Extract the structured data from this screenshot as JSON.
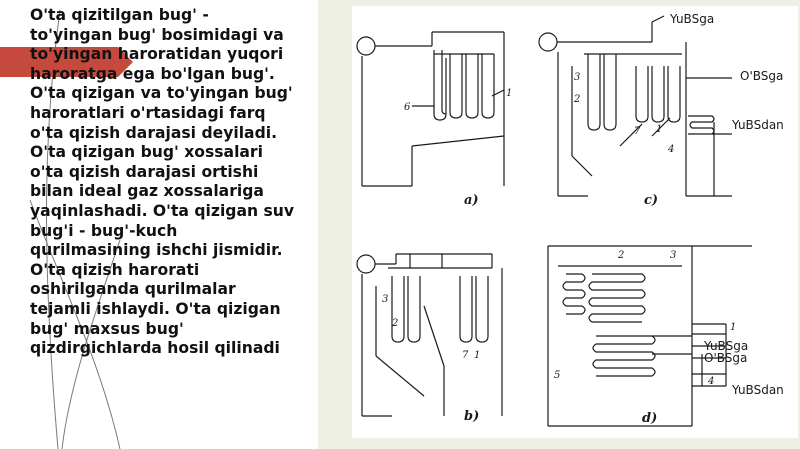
{
  "body_text": "O'ta qizitilgan bug' -\nto'yingan bug' bosimidagi va\nto'yingan haroratidan yuqori\nharoratga ega bo'lgan bug'.\nO'ta qizigan va to'yingan bug'\nharoratlari o'rtasidagi farq\no'ta qizish darajasi deyiladi.\nO'ta qizigan bug' xossalari\no'ta qizish darajasi ortishi\nbilan ideal gaz xossalariga\nyaqinlashadi. O'ta qizigan suv\nbug'i - bug'-kuch\nqurilmasining ishchi jismidir.\nO'ta qizish harorati\noshirilganda qurilmalar\ntejamli ishlaydi. O'ta qizigan\nbug' maxsus bug'\nqizdirgichlarda hosil qilinadi",
  "diagram": {
    "subfigures": {
      "a": "a)",
      "b": "b)",
      "c": "c)",
      "d": "d)"
    },
    "labels": {
      "c_top": "YuBSga",
      "c_right": "O'BSga",
      "c_bottom": "YuBSdan",
      "d_top": "YuBSga",
      "d_mid": "O'BSga",
      "d_bottom": "YuBSdan"
    },
    "numbers": {
      "a1": "1",
      "a6": "6",
      "b2": "2",
      "b3": "3",
      "b7": "7",
      "b1": "1",
      "c2": "2",
      "c3": "3",
      "c4": "4",
      "c7": "7",
      "c1": "1",
      "d1": "1",
      "d2": "2",
      "d3": "3",
      "d4": "4",
      "d5": "5"
    }
  },
  "colors": {
    "accent_red": "#c0392b",
    "panel_bg": "#eef0e4",
    "ink": "#1a1a1a"
  }
}
